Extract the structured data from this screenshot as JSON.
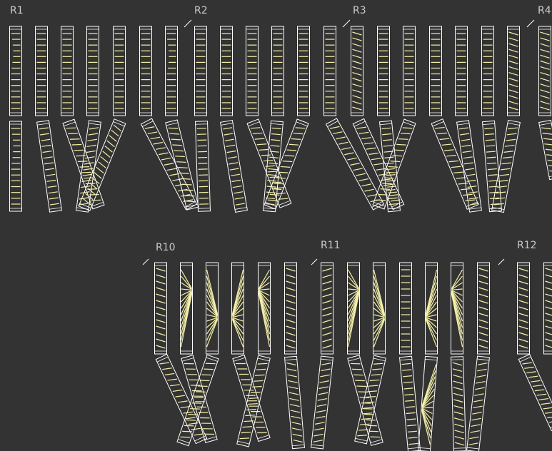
{
  "colors": {
    "background": "#333333",
    "outline": "#ffffff",
    "rungs": "#f5f0a8",
    "label": "#c9c9c9"
  },
  "groups": [
    {
      "label": "R1"
    },
    {
      "label": "R2"
    },
    {
      "label": "R3"
    },
    {
      "label": "R4"
    },
    {
      "label": "R10"
    },
    {
      "label": "R11"
    },
    {
      "label": "R12"
    }
  ]
}
